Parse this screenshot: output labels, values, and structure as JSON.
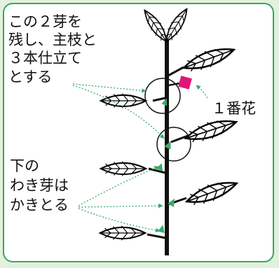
{
  "labels": {
    "keep_buds": [
      "この２芽を",
      "残し、主枝と",
      "３本仕立て",
      "とする"
    ],
    "first_flower": "１番花",
    "remove_buds": [
      "下の",
      "わき芽は",
      "かきとる"
    ]
  },
  "colors": {
    "background": "#e4f0dc",
    "frame_border": "#34a86a",
    "arrow": "#3aa96a",
    "flower": "#e0157a",
    "stem": "#111111"
  }
}
